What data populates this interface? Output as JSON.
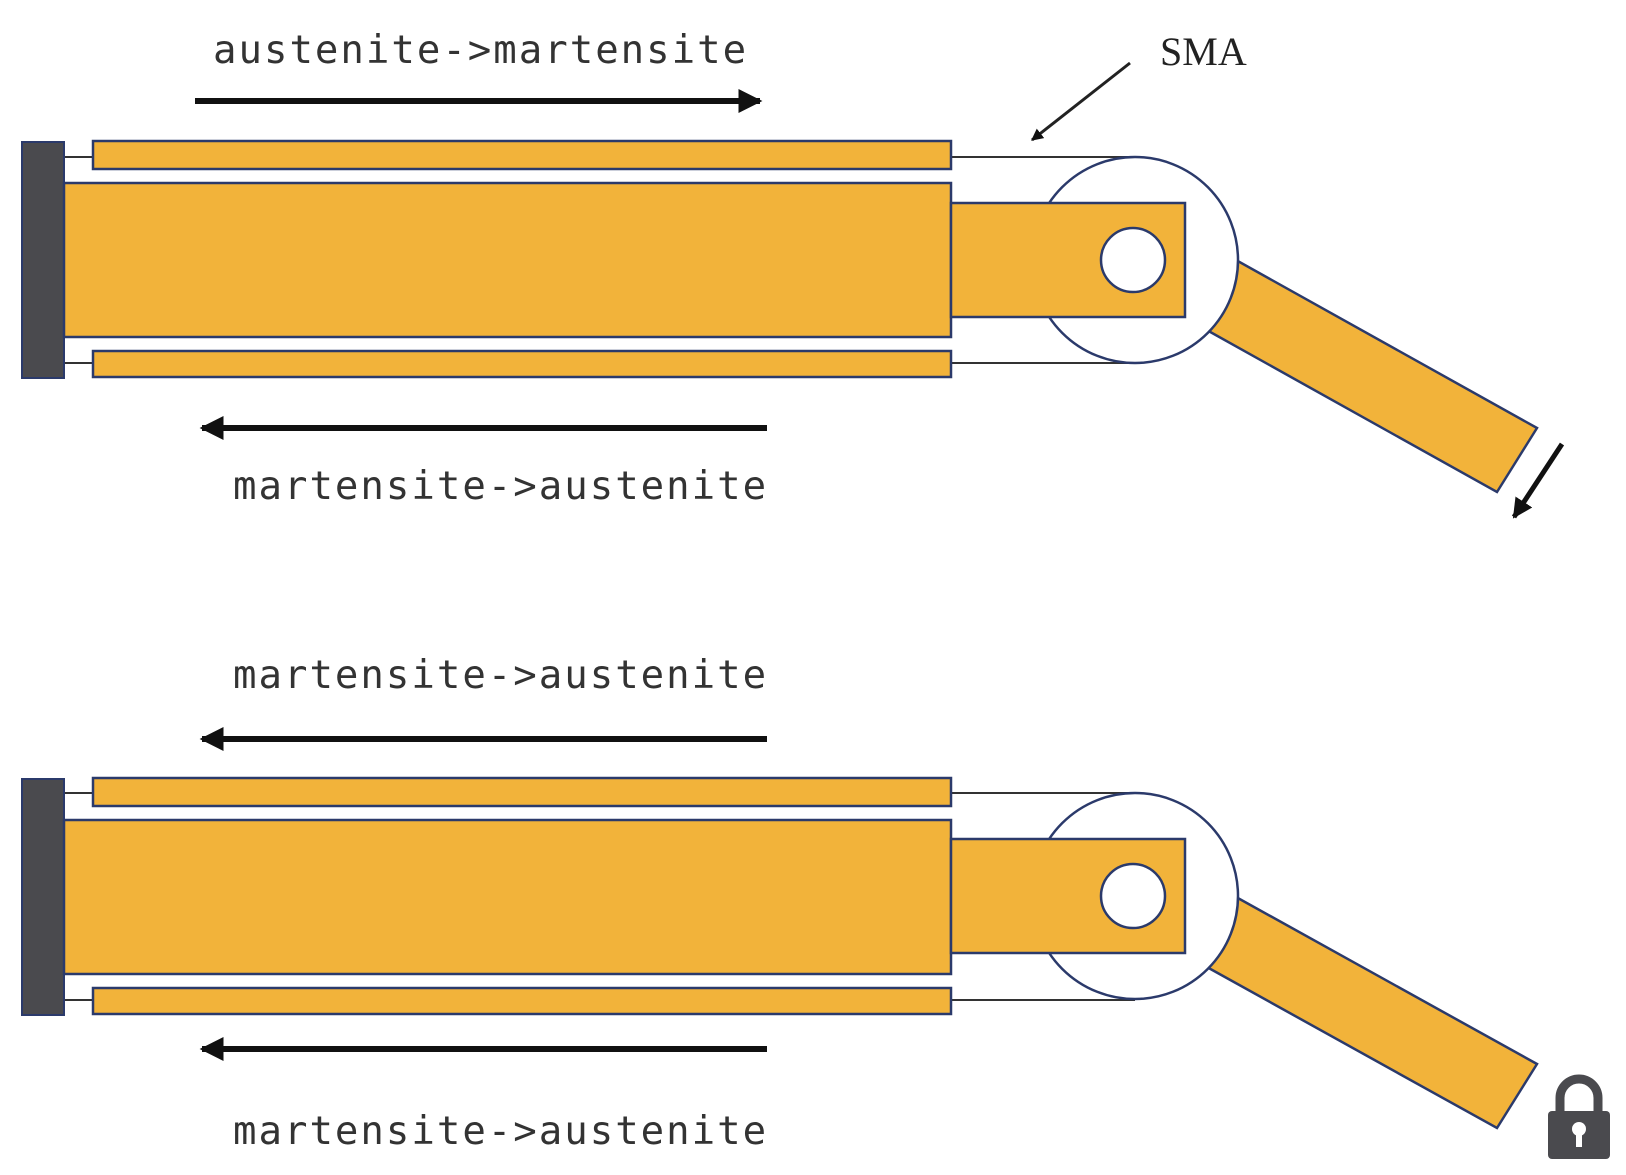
{
  "colors": {
    "body": "#F2B33A",
    "outline": "#2B3A6B",
    "base": "#4A4A4E",
    "arrow": "#111111",
    "lock": "#4A4A4E"
  },
  "icons": {
    "lock": "lock-icon"
  },
  "top_panel": {
    "label_top": "austenite->martensite",
    "label_bottom": "martensite->austenite",
    "sma_label": "SMA"
  },
  "bottom_panel": {
    "label_top": "martensite->austenite",
    "label_bottom": "martensite->austenite"
  }
}
